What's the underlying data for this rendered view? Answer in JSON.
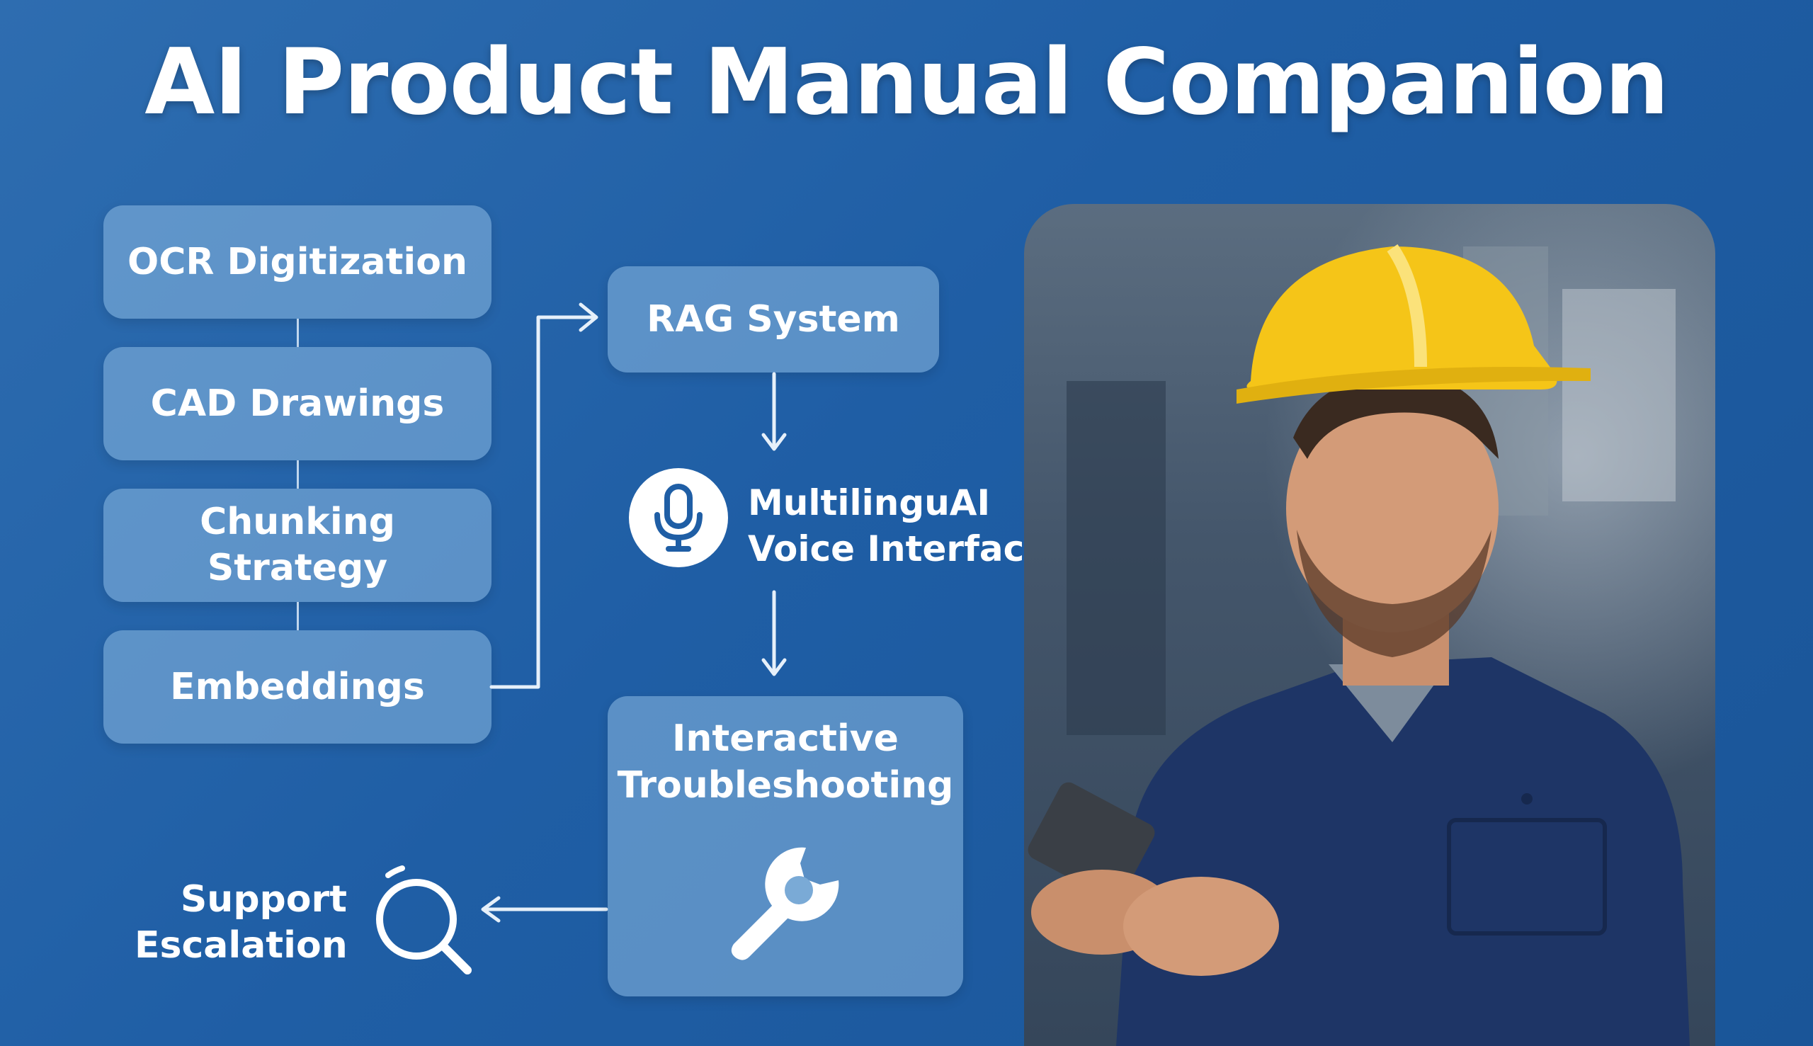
{
  "title": "AI Product Manual Companion",
  "pipeline": {
    "steps": [
      "OCR Digitization",
      "CAD Drawings",
      "Chunking Strategy",
      "Embeddings"
    ]
  },
  "rag": {
    "label": "RAG System"
  },
  "voice": {
    "line1": "MultilinguAI",
    "line2": "Voice Interface",
    "icon": "microphone-icon"
  },
  "troubleshooting": {
    "line1": "Interactive",
    "line2": "Troubleshooting",
    "icon": "wrench-icon"
  },
  "support": {
    "line1": "Support",
    "line2": "Escalation",
    "icon": "magnifier-icon"
  },
  "colors": {
    "background": "#2463a8",
    "box": "#7fb0dc",
    "hardhat": "#f5c518",
    "coverall": "#1e3566"
  }
}
